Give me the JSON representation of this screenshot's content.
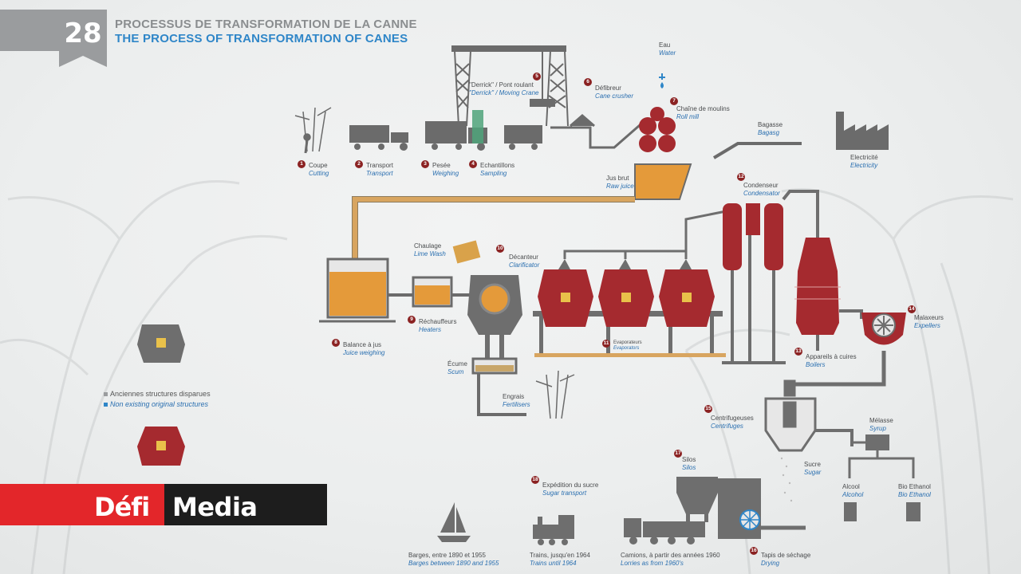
{
  "header": {
    "number": "28",
    "title_fr": "PROCESSUS DE TRANSFORMATION DE LA CANNE",
    "title_en": "THE PROCESS OF TRANSFORMATION OF CANES"
  },
  "steps": [
    {
      "n": "1",
      "fr": "Coupe",
      "en": "Cutting"
    },
    {
      "n": "2",
      "fr": "Transport",
      "en": "Transport"
    },
    {
      "n": "3",
      "fr": "Pesée",
      "en": "Weighing"
    },
    {
      "n": "4",
      "fr": "Echantillons",
      "en": "Sampling"
    },
    {
      "n": "5",
      "fr": "\"Derrick\" / Pont roulant",
      "en": "\"Derrick\" / Moving Crane"
    },
    {
      "n": "6",
      "fr": "Défibreur",
      "en": "Cane crusher"
    },
    {
      "n": "7",
      "fr": "Chaîne de moulins",
      "en": "Roll mill"
    },
    {
      "n": "8",
      "fr": "Balance à jus",
      "en": "Juice weighing"
    },
    {
      "n": "9",
      "fr": "Réchauffeurs",
      "en": "Heaters"
    },
    {
      "n": "10",
      "fr": "Décanteur",
      "en": "Clarificator"
    },
    {
      "n": "11",
      "fr": "Evaporateurs",
      "en": "Evaporators"
    },
    {
      "n": "12",
      "fr": "Condenseur",
      "en": "Condensator"
    },
    {
      "n": "13",
      "fr": "Appareils à cuires",
      "en": "Boilers"
    },
    {
      "n": "14",
      "fr": "Malaxeurs",
      "en": "Expellers"
    },
    {
      "n": "15",
      "fr": "Centrifugeuses",
      "en": "Centrifuges"
    },
    {
      "n": "16",
      "fr": "Tapis de séchage",
      "en": "Drying"
    },
    {
      "n": "17",
      "fr": "Silos",
      "en": "Silos"
    },
    {
      "n": "18",
      "fr": "Expédition du sucre",
      "en": "Sugar transport"
    }
  ],
  "extras": {
    "eau": {
      "fr": "Eau",
      "en": "Water"
    },
    "bagasse": {
      "fr": "Bagasse",
      "en": "Bagasg"
    },
    "electricite": {
      "fr": "Electricité",
      "en": "Electricity"
    },
    "jus_brut": {
      "fr": "Jus brut",
      "en": "Raw juice"
    },
    "chaulage": {
      "fr": "Chaulage",
      "en": "Lime Wash"
    },
    "ecume": {
      "fr": "Écume",
      "en": "Scum"
    },
    "engrais": {
      "fr": "Engrais",
      "en": "Fertilisers"
    },
    "sucre": {
      "fr": "Sucre",
      "en": "Sugar"
    },
    "melasse": {
      "fr": "Mélasse",
      "en": "Syrup"
    },
    "alcool": {
      "fr": "Alcool",
      "en": "Alcohol"
    },
    "bio_ethanol": {
      "fr": "Bio Ethanol",
      "en": "Bio Ethanol"
    },
    "barges": {
      "fr": "Barges, entre 1890 et 1955",
      "en": "Barges between 1890 and 1955"
    },
    "trains": {
      "fr": "Trains, jusqu'en 1964",
      "en": "Trains until 1964"
    },
    "camions": {
      "fr": "Camions, à partir des années 1960",
      "en": "Lorries as from 1960's"
    }
  },
  "legend": {
    "fr": "Anciennes structures disparues",
    "en": "Non existing original structures"
  },
  "logo": {
    "part1": "Défi",
    "part2": "Media"
  },
  "colors": {
    "accent_red": "#a52a2f",
    "juice": "#e49a3a",
    "pipe": "#d8a560",
    "structure": "#6e6e6e",
    "blue_text": "#2f86c8"
  }
}
